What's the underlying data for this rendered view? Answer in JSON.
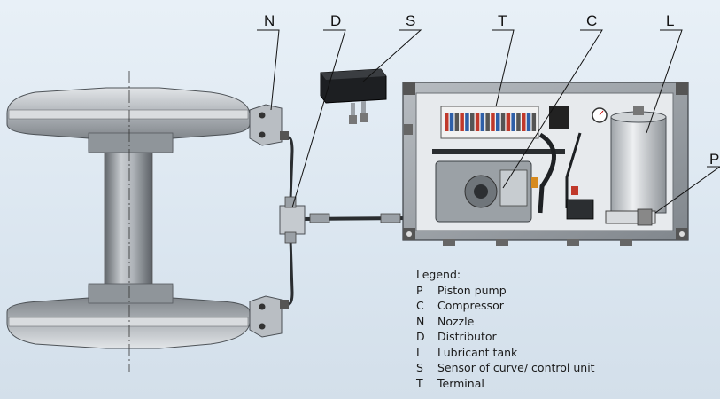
{
  "callouts": {
    "n": "N",
    "d": "D",
    "s": "S",
    "t": "T",
    "c": "C",
    "l": "L",
    "p": "P"
  },
  "legend": {
    "title": "Legend:",
    "items": [
      {
        "key": "P",
        "label": "Piston pump"
      },
      {
        "key": "C",
        "label": "Compressor"
      },
      {
        "key": "N",
        "label": "Nozzle"
      },
      {
        "key": "D",
        "label": "Distributor"
      },
      {
        "key": "L",
        "label": "Lubricant tank"
      },
      {
        "key": "S",
        "label": "Sensor of curve/ control unit"
      },
      {
        "key": "T",
        "label": "Terminal"
      }
    ]
  },
  "colors": {
    "background": "#dde7f0",
    "metal": "#9aa0a6",
    "cabinet": "#8d939a",
    "terminal_red": "#c0392b",
    "terminal_blue": "#2e5fa8"
  }
}
